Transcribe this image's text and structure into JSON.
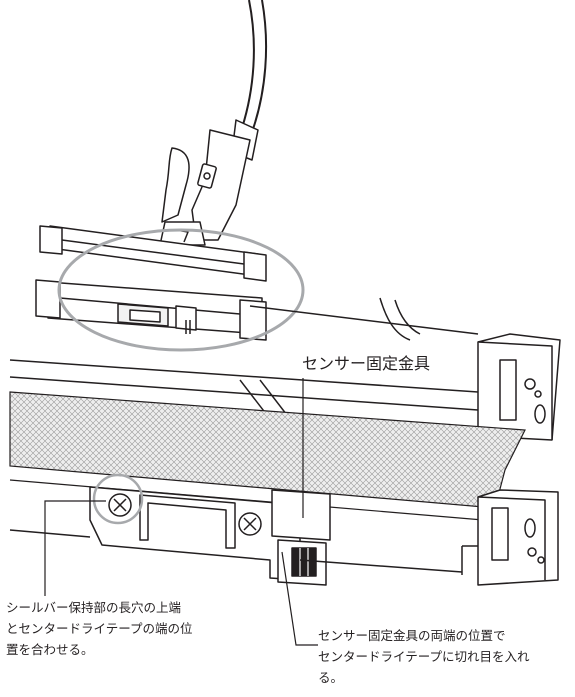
{
  "colors": {
    "line": "#231f20",
    "highlight_ellipse": "#a7a9ac",
    "tape_fill": "#e6e7e8"
  },
  "icons": [
    "screw-icon",
    "sensor-connector-icon",
    "remote-hand-unit-icon"
  ],
  "labels": {
    "sensor_bracket": "センサー固定金具",
    "seal_bar_line1": "シールバー保持部の長穴の上端",
    "seal_bar_line2": "とセンタードライテープの端の位",
    "seal_bar_line3": "置を合わせる。",
    "cut_line1": "センサー固定金具の両端の位置で",
    "cut_line2": "センタードライテープに切れ目を入れ",
    "cut_line3": "る。"
  }
}
